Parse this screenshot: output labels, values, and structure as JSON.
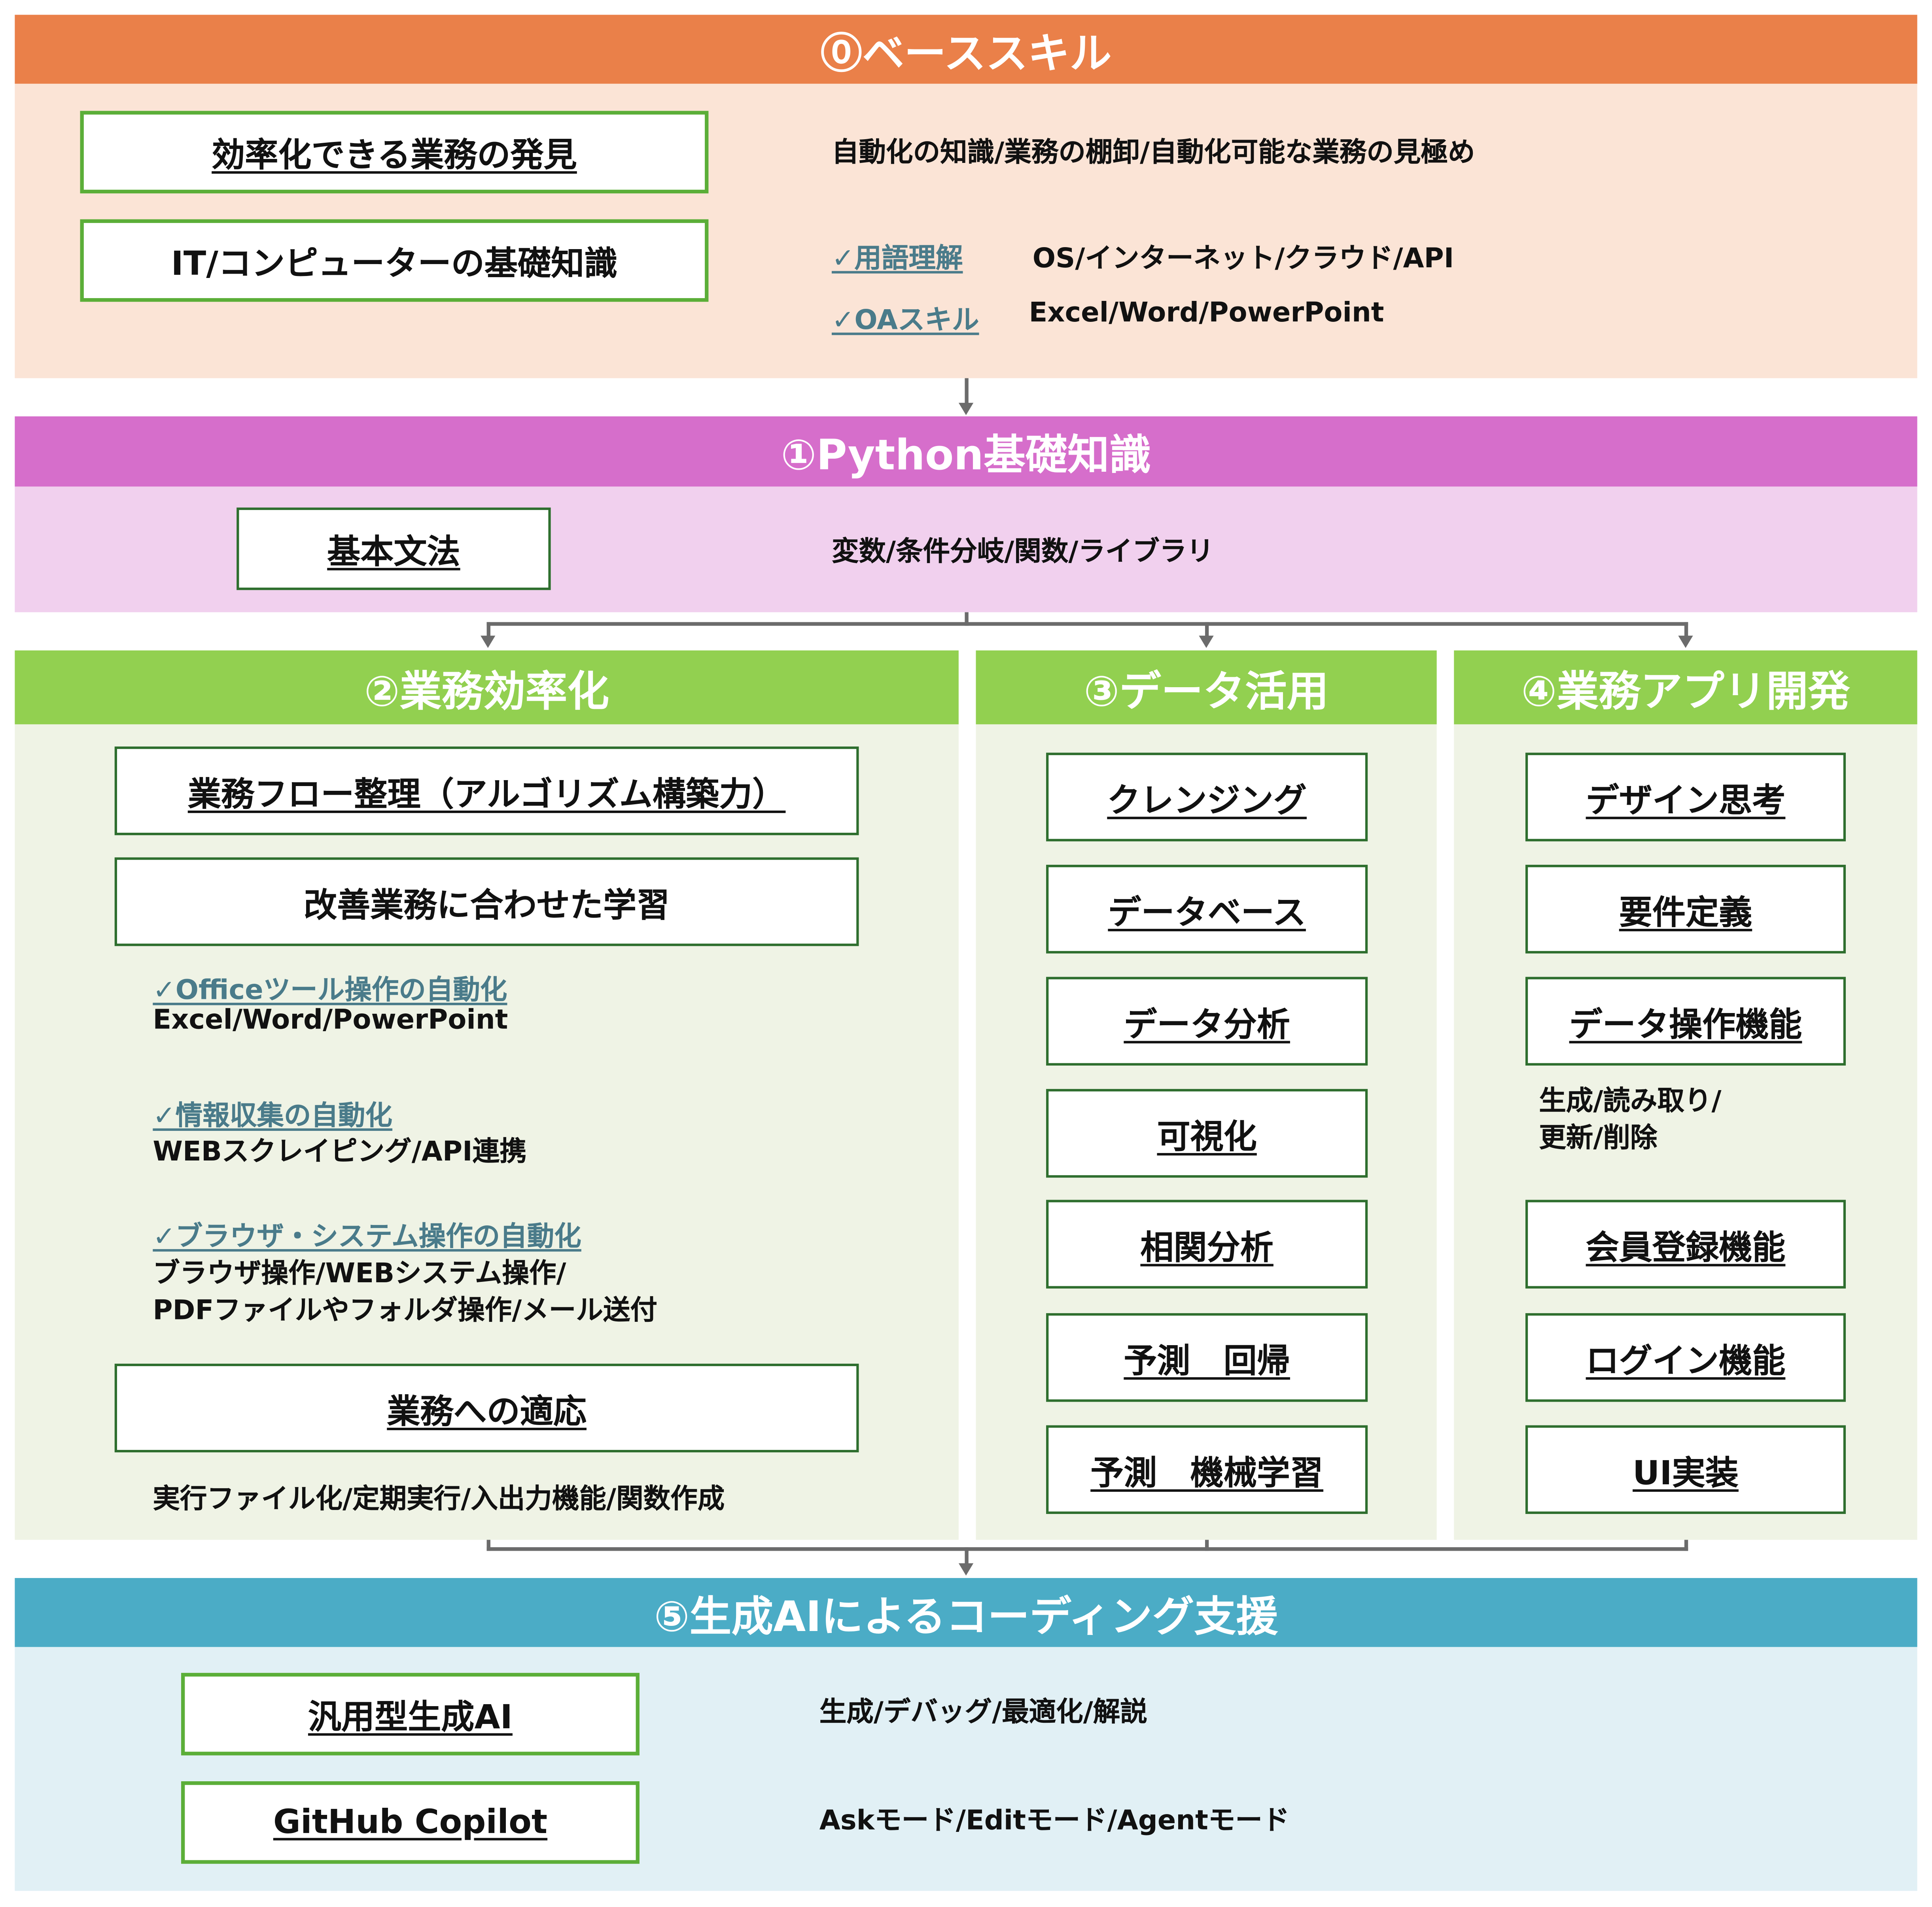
{
  "s0": {
    "title": "⓪ベーススキル",
    "colors": {
      "header": "#EA8049",
      "body": "#FBE4D6"
    },
    "boxes": [
      "効率化できる業務の発見",
      "IT/コンピューターの基礎知識"
    ],
    "desc": "自動化の知識/業務の棚卸/自動化可能な業務の見極め",
    "checks": [
      {
        "label": "✓用語理解",
        "text": "OS/インターネット/クラウド/API"
      },
      {
        "label": "✓OAスキル",
        "text": "Excel/Word/PowerPoint"
      }
    ]
  },
  "s1": {
    "title": "①Python基礎知識",
    "colors": {
      "header": "#D66ECB",
      "body": "#F1D0EE"
    },
    "box": "基本文法",
    "desc": "変数/条件分岐/関数/ライブラリ"
  },
  "s2": {
    "title": "②業務効率化",
    "colors": {
      "header": "#92D050",
      "body": "#EFF3E5"
    },
    "boxes": [
      "業務フロー整理（アルゴリズム構築力）",
      "改善業務に合わせた学習"
    ],
    "checks": [
      {
        "label": "✓Officeツール操作の自動化",
        "lines": [
          "Excel/Word/PowerPoint"
        ]
      },
      {
        "label": "✓情報収集の自動化",
        "lines": [
          "WEBスクレイピング/API連携"
        ]
      },
      {
        "label": "✓ブラウザ・システム操作の自動化",
        "lines": [
          "ブラウザ操作/WEBシステム操作/",
          "PDFファイルやフォルダ操作/メール送付"
        ]
      }
    ],
    "apply_box": "業務への適応",
    "apply_desc": "実行ファイル化/定期実行/入出力機能/関数作成"
  },
  "s3": {
    "title": "③データ活用",
    "boxes": [
      "クレンジング",
      "データベース",
      "データ分析",
      "可視化",
      "相関分析",
      "予測　回帰",
      "予測　機械学習"
    ]
  },
  "s4": {
    "title": "④業務アプリ開発",
    "boxes": [
      "デザイン思考",
      "要件定義",
      "データ操作機能",
      "会員登録機能",
      "ログイン機能",
      "UI実装"
    ],
    "note": [
      "生成/読み取り/",
      "更新/削除"
    ]
  },
  "s5": {
    "title": "⑤生成AIによるコーディング支援",
    "colors": {
      "header": "#4BACC6",
      "body": "#E1F0F5"
    },
    "boxes": [
      "汎用型生成AI",
      "GitHub Copilot"
    ],
    "descs": [
      "生成/デバッグ/最適化/解説",
      "Askモード/Editモード/Agentモード"
    ]
  }
}
